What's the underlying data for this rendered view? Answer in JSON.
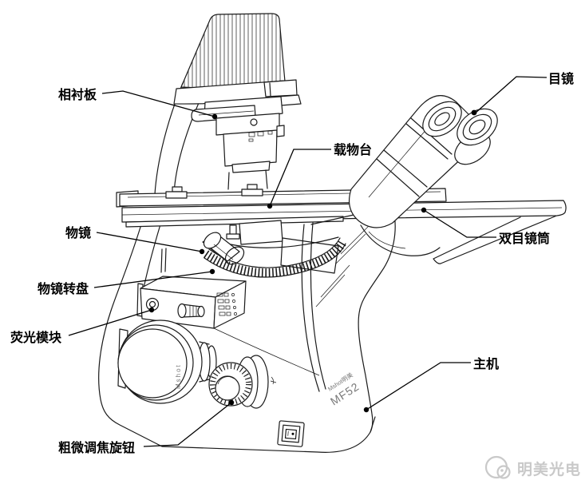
{
  "labels": {
    "phase_plate": "相衬板",
    "eyepiece": "目镜",
    "stage": "载物台",
    "objective": "物镜",
    "binocular_tube": "双目镜筒",
    "nosepiece_turret": "物镜转盘",
    "fluorescence_module": "荧光模块",
    "main_unit": "主机",
    "coarse_fine_focus_knob": "粗微调焦旋钮"
  },
  "body_markings": {
    "brand_line": "Mshot明美",
    "model": "MF52",
    "knob_brand": "Mshot"
  },
  "watermark": {
    "text": "明美光电"
  },
  "colors": {
    "line": "#1a1a1a",
    "label_text": "#000000",
    "watermark": "#c9c9c9",
    "background": "#ffffff"
  }
}
